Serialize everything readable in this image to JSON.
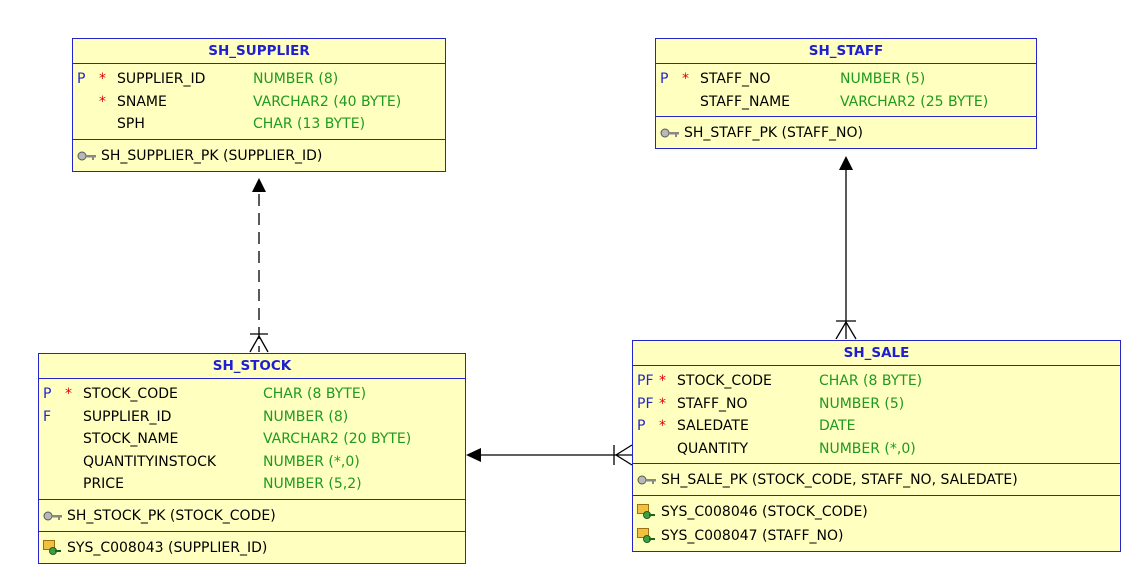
{
  "entities": {
    "supplier": {
      "title": "SH_SUPPLIER",
      "columns": [
        {
          "flag": "P",
          "star": "*",
          "name": "SUPPLIER_ID",
          "type": "NUMBER (8)"
        },
        {
          "flag": "",
          "star": "*",
          "name": "SNAME",
          "type": "VARCHAR2 (40 BYTE)"
        },
        {
          "flag": "",
          "star": "",
          "name": "SPH",
          "type": "CHAR (13 BYTE)"
        }
      ],
      "pk": "SH_SUPPLIER_PK (SUPPLIER_ID)"
    },
    "staff": {
      "title": "SH_STAFF",
      "columns": [
        {
          "flag": "P",
          "star": "*",
          "name": "STAFF_NO",
          "type": "NUMBER (5)"
        },
        {
          "flag": "",
          "star": "",
          "name": "STAFF_NAME",
          "type": "VARCHAR2 (25 BYTE)"
        }
      ],
      "pk": "SH_STAFF_PK (STAFF_NO)"
    },
    "stock": {
      "title": "SH_STOCK",
      "columns": [
        {
          "flag": "P",
          "star": "*",
          "name": "STOCK_CODE",
          "type": "CHAR (8 BYTE)"
        },
        {
          "flag": "F",
          "star": "",
          "name": "SUPPLIER_ID",
          "type": "NUMBER (8)"
        },
        {
          "flag": "",
          "star": "",
          "name": "STOCK_NAME",
          "type": "VARCHAR2 (20 BYTE)"
        },
        {
          "flag": "",
          "star": "",
          "name": "QUANTITYINSTOCK",
          "type": "NUMBER (*,0)"
        },
        {
          "flag": "",
          "star": "",
          "name": "PRICE",
          "type": "NUMBER (5,2)"
        }
      ],
      "pk": "SH_STOCK_PK (STOCK_CODE)",
      "indexes": [
        "SYS_C008043 (SUPPLIER_ID)"
      ]
    },
    "sale": {
      "title": "SH_SALE",
      "columns": [
        {
          "flag": "PF",
          "star": "*",
          "name": "STOCK_CODE",
          "type": "CHAR (8 BYTE)"
        },
        {
          "flag": "PF",
          "star": "*",
          "name": "STAFF_NO",
          "type": "NUMBER (5)"
        },
        {
          "flag": "P",
          "star": "*",
          "name": "SALEDATE",
          "type": "DATE"
        },
        {
          "flag": "",
          "star": "",
          "name": "QUANTITY",
          "type": "NUMBER (*,0)"
        }
      ],
      "pk": "SH_SALE_PK (STOCK_CODE, STAFF_NO, SALEDATE)",
      "indexes": [
        "SYS_C008046 (STOCK_CODE)",
        "SYS_C008047 (STAFF_NO)"
      ]
    }
  },
  "colors": {
    "entity_fill": "#ffffc0",
    "entity_border": "#2424c8",
    "title_text": "#1e1ed2",
    "type_text": "#1e9a1e",
    "mandatory_star": "#e00000"
  }
}
